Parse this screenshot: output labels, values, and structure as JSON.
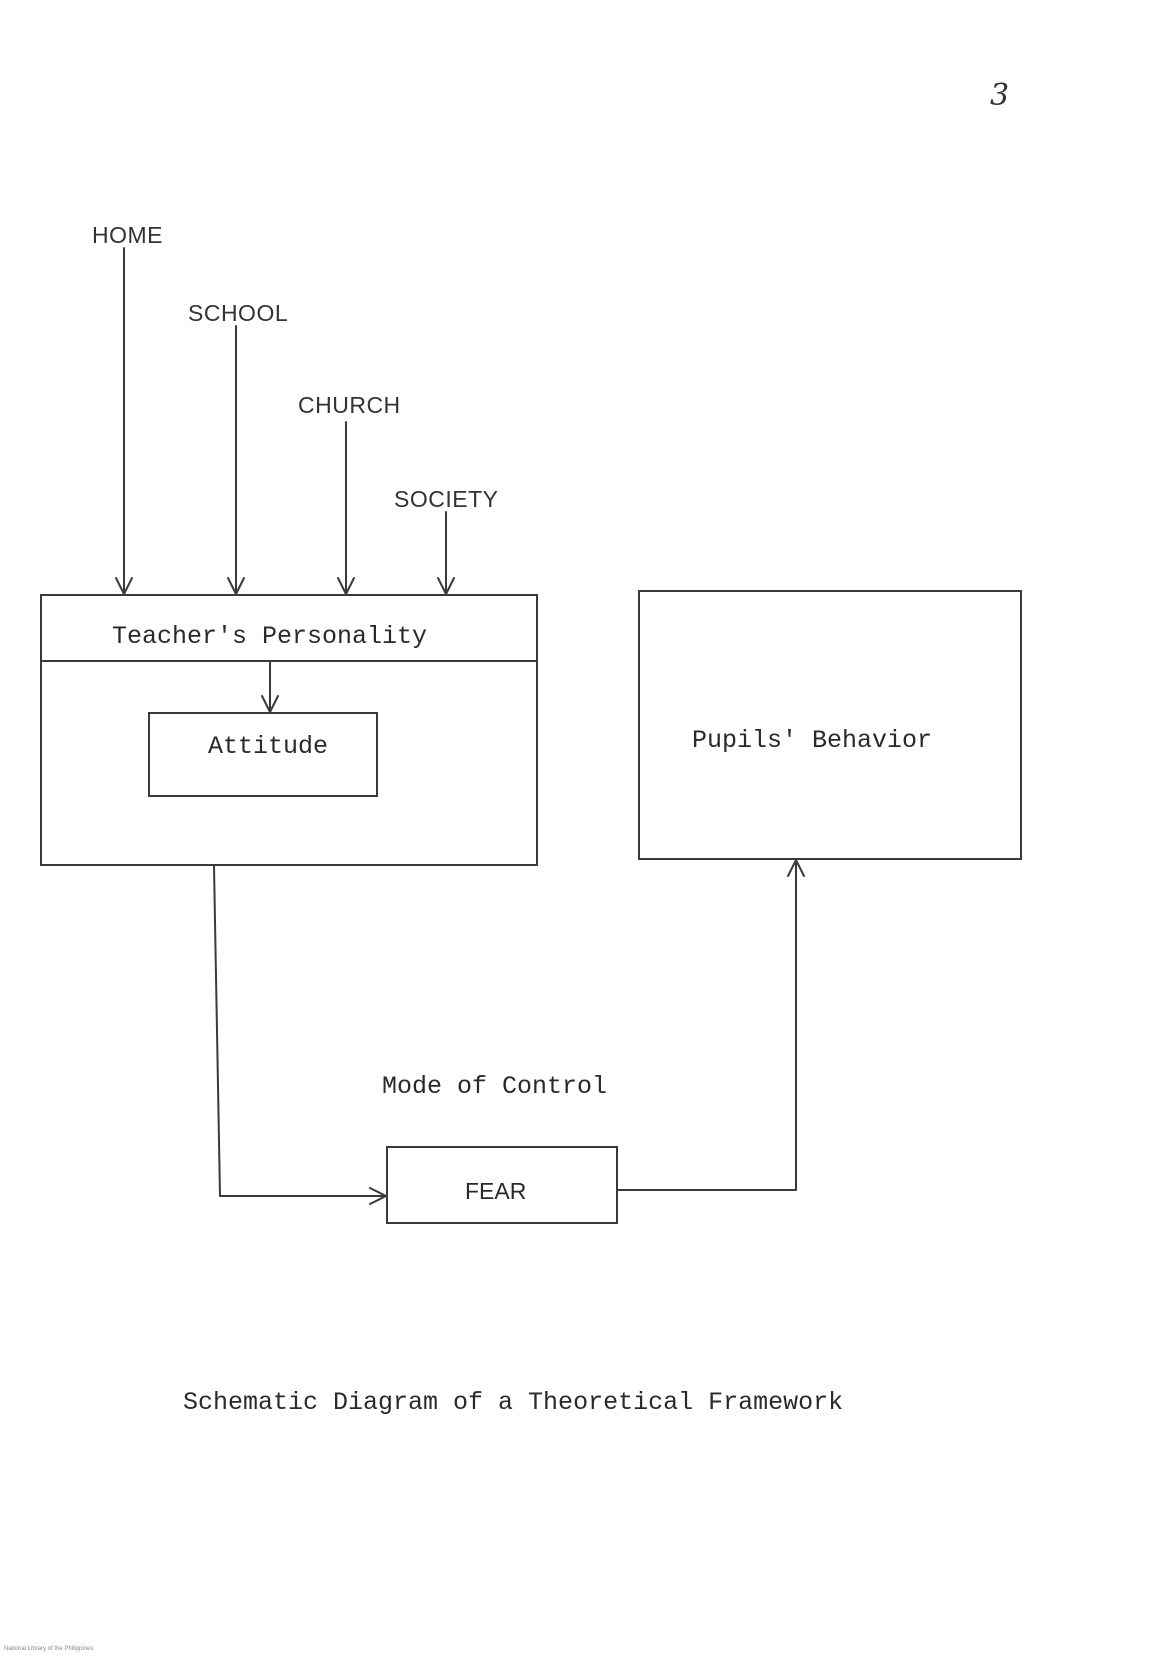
{
  "page": {
    "number": "3",
    "footer": "National Library of the Philippines"
  },
  "sources": [
    {
      "id": "home",
      "label": "HOME"
    },
    {
      "id": "school",
      "label": "SCHOOL"
    },
    {
      "id": "church",
      "label": "CHURCH"
    },
    {
      "id": "society",
      "label": "SOCIETY"
    }
  ],
  "nodes": {
    "teacher_personality": "Teacher's Personality",
    "attitude": "Attitude",
    "pupils_behavior": "Pupils' Behavior",
    "mode_of_control": "Mode of Control",
    "fear": "FEAR"
  },
  "caption": "Schematic Diagram of a Theoretical Framework"
}
